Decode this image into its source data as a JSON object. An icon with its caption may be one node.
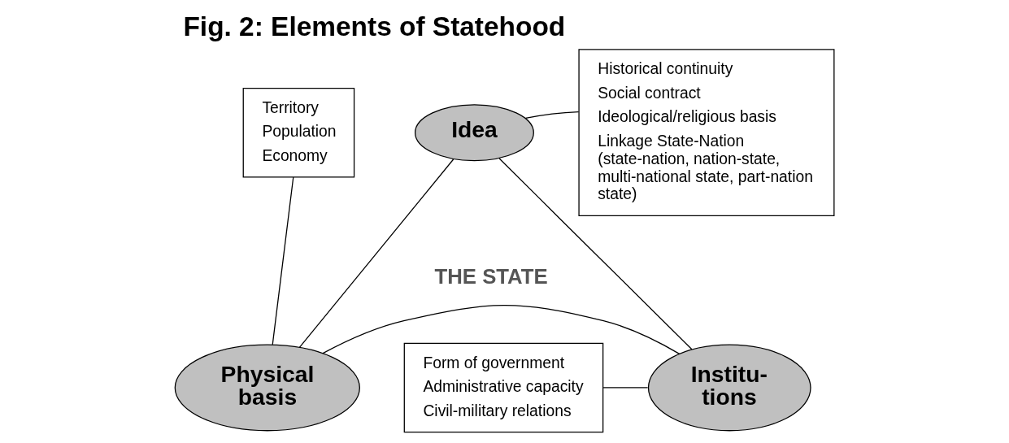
{
  "diagram": {
    "title": "Fig. 2: Elements of Statehood",
    "nodes": [
      {
        "text": [
          "Idea"
        ]
      },
      {
        "text": [
          "Physical basis"
        ]
      },
      {
        "text": [
          "Institu- tions"
        ]
      },
      {
        "text": [
          "Territory",
          "Population",
          "Economy"
        ]
      },
      {
        "text": [
          "Historical continuity",
          "Social contract",
          "Ideological/religious basis",
          "Linkage State-Nation (state-nation, nation-state, multi-national state, part-nation state)"
        ]
      },
      {
        "text": [
          "Form of government",
          "Administrative capacity",
          "Civil-military relations"
        ]
      }
    ],
    "edges": [
      {
        "from": 0,
        "to": 1,
        "arrow": "none"
      },
      {
        "from": 0,
        "to": 2,
        "arrow": "none"
      },
      {
        "from": 1,
        "to": 2,
        "arrow": "none"
      },
      {
        "from": 3,
        "to": 1,
        "arrow": "none"
      },
      {
        "from": 4,
        "to": 0,
        "arrow": "none"
      },
      {
        "from": 5,
        "to": 2,
        "arrow": "none"
      }
    ],
    "labels": [
      "THE STATE"
    ]
  }
}
